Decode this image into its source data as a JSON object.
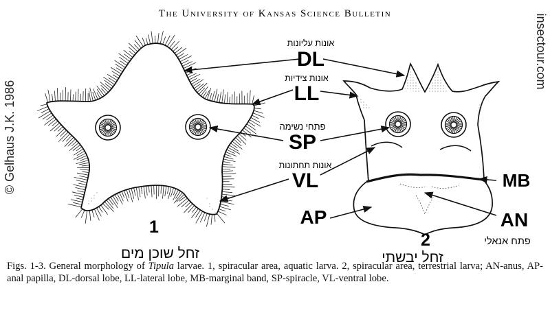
{
  "header": "The University of Kansas Science Bulletin",
  "watermarks": {
    "copyright": "© Gelhaus J.K. 1986",
    "site": "insectour.com"
  },
  "labels": {
    "dl": "DL",
    "dl_he": "אונות עליונות",
    "ll": "LL",
    "ll_he": "אונות צידיות",
    "sp": "SP",
    "sp_he": "פתחי נשימה",
    "vl": "VL",
    "vl_he": "אונות תחתונות",
    "mb": "MB",
    "an": "AN",
    "an_he": "פתח אנאלי",
    "ap": "AP"
  },
  "figures": {
    "fig1_number": "1",
    "fig1_he": "זחל שוכן מים",
    "fig2_number": "2",
    "fig2_he": "זחל יבשתי"
  },
  "caption": {
    "prefix": "Figs. 1-3. General morphology of ",
    "genus": "Tipula",
    "rest": " larvae. 1, spiracular area, aquatic larva. 2, spiracular area, terrestrial larva; AN-anus, AP-anal papilla, DL-dorsal lobe, LL-lateral lobe, MB-marginal band, SP-spiracle, VL-ventral lobe."
  }
}
